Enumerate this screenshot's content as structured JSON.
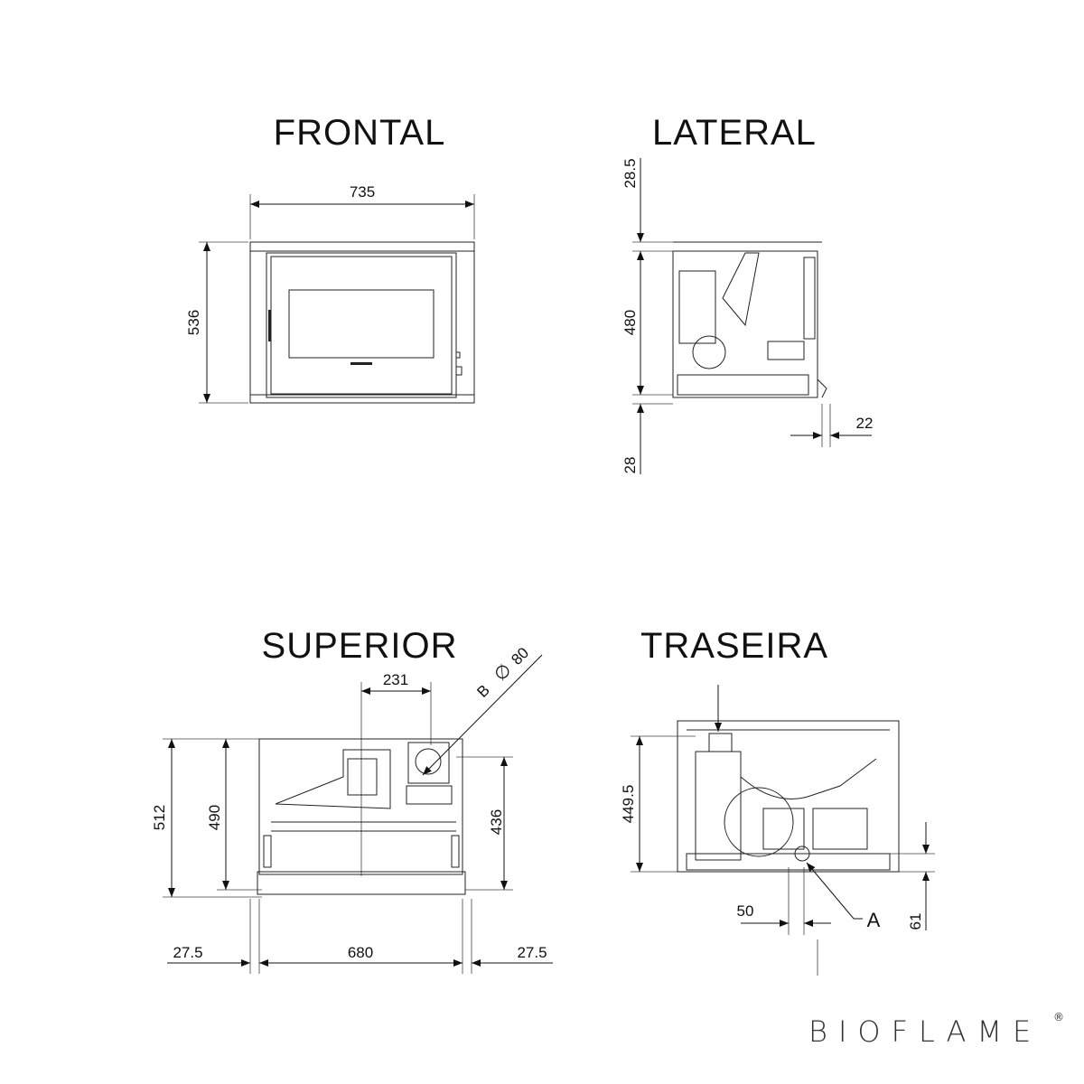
{
  "views": {
    "frontal": {
      "title": "FRONTAL",
      "width": "735",
      "height": "536"
    },
    "lateral": {
      "title": "LATERAL",
      "top_gap": "28.5",
      "height": "480",
      "bottom_gap": "28",
      "offset": "22"
    },
    "superior": {
      "title": "SUPERIOR",
      "flue_offset": "231",
      "flue_label": "B",
      "flue_diameter_symbol": "∅",
      "flue_diameter": "80",
      "depth_total": "512",
      "depth_body": "490",
      "depth_inner": "436",
      "margin_left": "27.5",
      "width": "680",
      "margin_right": "27.5"
    },
    "traseira": {
      "title": "TRASEIRA",
      "height": "449.5",
      "offset_x": "50",
      "point_label": "A",
      "offset_y": "61"
    }
  },
  "brand": {
    "logo": "BIOFLAME",
    "registered": "®"
  }
}
